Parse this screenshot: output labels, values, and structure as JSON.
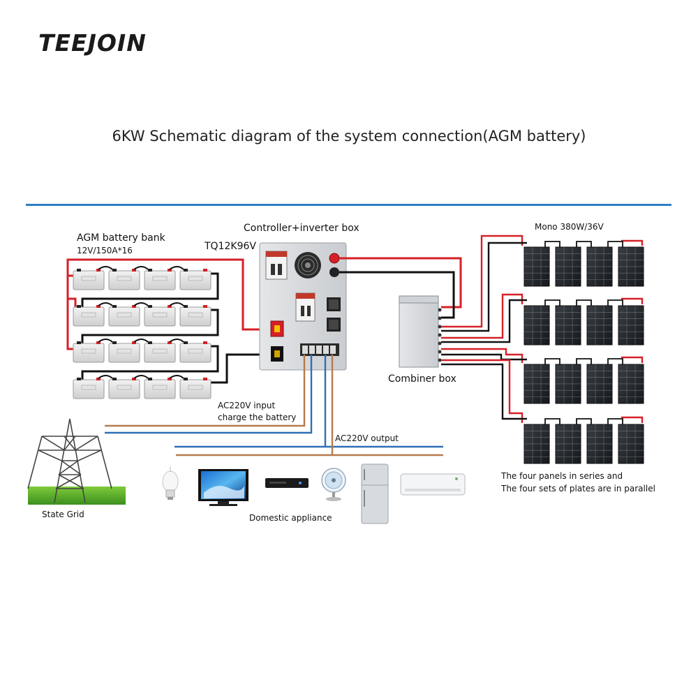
{
  "brand": {
    "logo_text": "TEEJOIN"
  },
  "title": "6KW Schematic diagram of the system connection(AGM battery)",
  "battery_bank": {
    "label": "AGM battery bank",
    "spec": "12V/150A*16",
    "count": 16
  },
  "controller": {
    "label": "Controller+inverter box",
    "model": "TQ12K96V"
  },
  "solar": {
    "label": "Mono 380W/36V",
    "panel_count": 16,
    "note_line1": "The four panels in series and",
    "note_line2": "The four sets of plates are in parallel"
  },
  "combiner": {
    "label": "Combiner box"
  },
  "grid": {
    "input_line1": "AC220V input",
    "input_line2": "charge the battery",
    "label": "State Grid"
  },
  "output": {
    "label": "AC220V output"
  },
  "appliances": {
    "label": "Domestic appliance",
    "items": [
      "light-bulb-icon",
      "tv-icon",
      "dvd-player-icon",
      "fan-icon",
      "refrigerator-icon",
      "air-conditioner-icon"
    ]
  },
  "colors": {
    "positive": "#d62027",
    "negative": "#111111",
    "ac_live": "#b87a4b",
    "ac_neutral": "#2e6fb5",
    "rule": "#2e7fc3"
  }
}
